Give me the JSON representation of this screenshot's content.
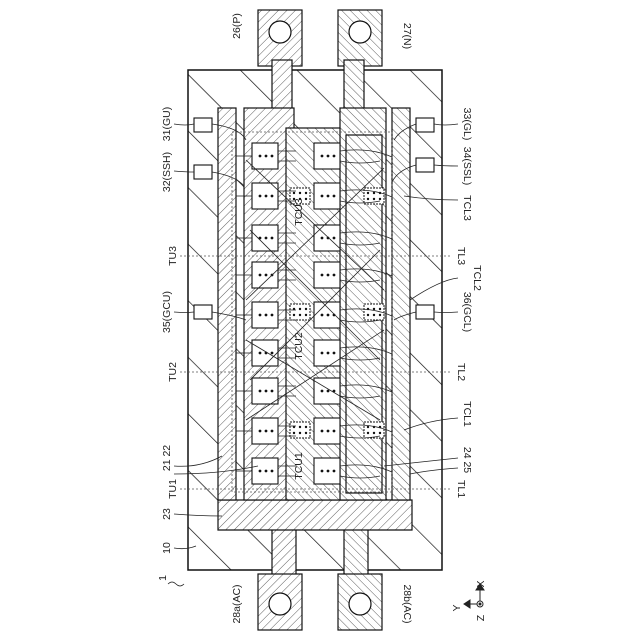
{
  "figure": {
    "leads": [
      {
        "id": "p",
        "label": "26(P)"
      },
      {
        "id": "n",
        "label": "27(N)"
      },
      {
        "id": "ac-a",
        "label": "28a(AC)"
      },
      {
        "id": "ac-b",
        "label": "28b(AC)"
      }
    ],
    "left_labels": {
      "gu": "31(GU)",
      "ssh": "32(SSH)",
      "tu3": "TU3",
      "gcu": "35(GCU)",
      "tu2": "TU2",
      "c2122": "21 22",
      "tu1": "TU1",
      "c23": "23",
      "c10": "10"
    },
    "right_labels": {
      "gl": "33(GL)",
      "ssl": "34(SSL)",
      "tcl3": "TCL3",
      "tl3": "TL3",
      "tcl2": "TCL2",
      "gcl": "36(GCL)",
      "tl2": "TL2",
      "tcl1": "TCL1",
      "c2425": "24 25",
      "tl1": "TL1"
    },
    "inner_labels": {
      "tcu3": "TCU3",
      "tcu2": "TCU2",
      "tcu1": "TCU1"
    },
    "ref_numeral": "1",
    "axes": {
      "x": "X",
      "y": "Y",
      "z": "Z"
    }
  }
}
